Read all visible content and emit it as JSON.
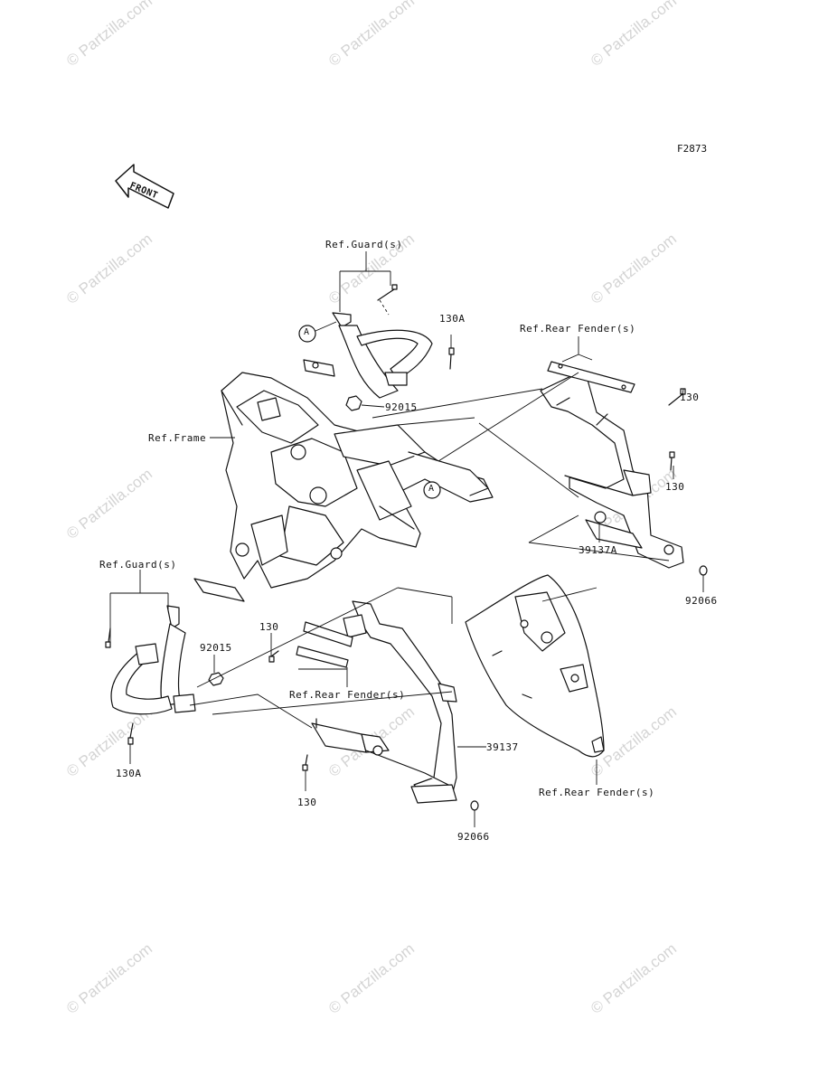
{
  "diagram_code": "F2873",
  "front_label": "FRONT",
  "watermark": "© Partzilla.com",
  "callouts": {
    "ref_guard_top": "Ref.Guard(s)",
    "ref_guard_left": "Ref.Guard(s)",
    "ref_frame": "Ref.Frame",
    "ref_rear_fender_top": "Ref.Rear Fender(s)",
    "ref_rear_fender_mid": "Ref.Rear Fender(s)",
    "ref_rear_fender_bottom": "Ref.Rear Fender(s)",
    "p130a_top": "130A",
    "p130a_bottom": "130A",
    "p92015_top": "92015",
    "p92015_left": "92015",
    "p130_right_top": "130",
    "p130_right_mid": "130",
    "p130_left": "130",
    "p130_bottom": "130",
    "p39137a": "39137A",
    "p39137": "39137",
    "p92066_right": "92066",
    "p92066_bottom": "92066",
    "marker_a": "A"
  }
}
